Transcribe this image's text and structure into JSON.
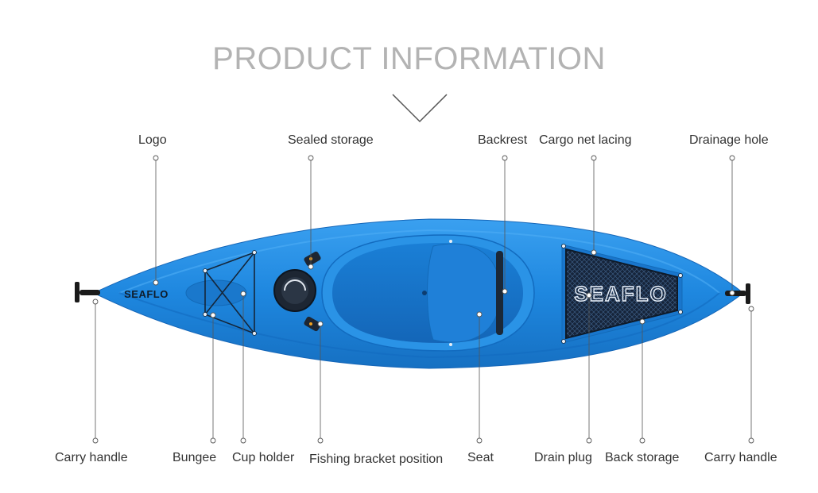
{
  "header": {
    "title": "PRODUCT INFORMATION",
    "chevron_icon": "chevron-down-icon"
  },
  "kayak": {
    "logo_front": "SEAFLO",
    "logo_rear": "SEAFLO",
    "hull_color": "#1e87df"
  },
  "callouts": {
    "logo": "Logo",
    "sealed_storage": "Sealed storage",
    "backrest": "Backrest",
    "cargo_net_lacing": "Cargo net lacing",
    "drainage_hole": "Drainage hole",
    "carry_handle_front": "Carry handle",
    "bungee": "Bungee",
    "cup_holder": "Cup holder",
    "fishing_bracket_position": "Fishing bracket position",
    "seat": "Seat",
    "drain_plug": "Drain plug",
    "back_storage": "Back storage",
    "carry_handle_rear": "Carry handle"
  }
}
